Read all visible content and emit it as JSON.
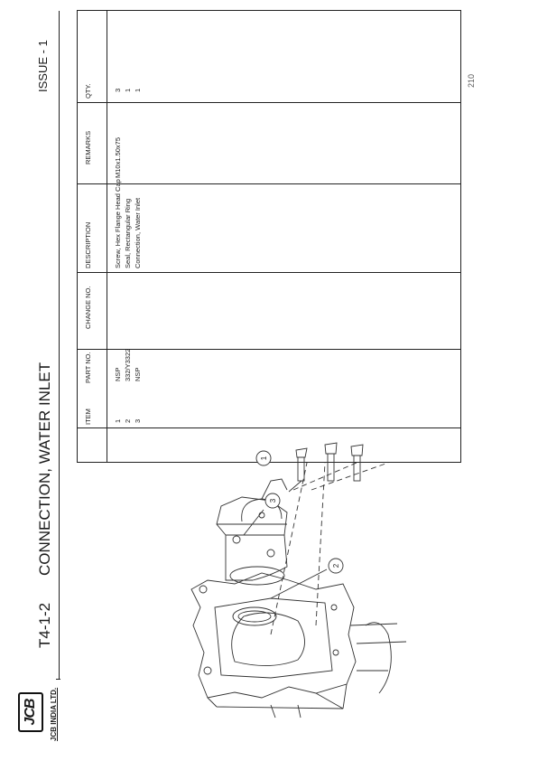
{
  "header": {
    "company": "JCB INDIA LTD.",
    "page_code": "T4-1-2",
    "title": "CONNECTION, WATER INLET",
    "issue": "ISSUE - 1"
  },
  "page_number": "210",
  "logo_text": "JCB",
  "table": {
    "columns": [
      "ITEM",
      "PART NO.",
      "CHANGE NO.",
      "DESCRIPTION",
      "REMARKS",
      "QTY."
    ],
    "rows": [
      {
        "item": "1",
        "part_no": "NSP",
        "change_no": "",
        "description": "Screw, Hex Flange Head Cap",
        "remarks": "M10x1.50x75",
        "qty": "3"
      },
      {
        "item": "2",
        "part_no": "332/Y3322",
        "change_no": "",
        "description": "Seal, Rectangular Ring",
        "remarks": "",
        "qty": "1"
      },
      {
        "item": "3",
        "part_no": "NSP",
        "change_no": "",
        "description": "Connection, Water Inlet",
        "remarks": "",
        "qty": "1"
      }
    ]
  },
  "callouts": [
    "1",
    "2",
    "3"
  ]
}
